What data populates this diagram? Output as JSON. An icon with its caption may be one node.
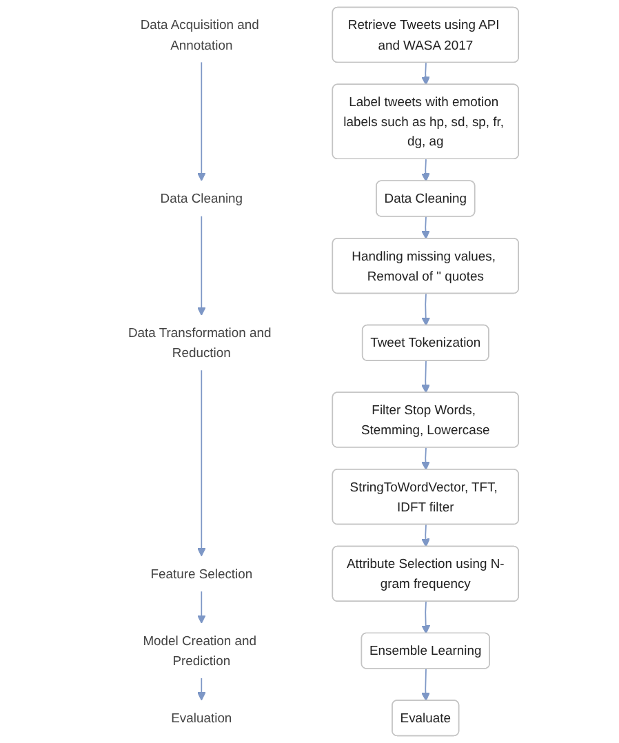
{
  "diagram": {
    "nodes": [
      {
        "text": [
          "Data Acquisition and Annotation"
        ]
      },
      {
        "text": [
          "Retrieve Tweets using API and WASA 2017"
        ]
      },
      {
        "text": [
          "Label tweets with emotion labels such as hp, sd, sp, fr, dg, ag"
        ]
      },
      {
        "text": [
          "Data Cleaning"
        ]
      },
      {
        "text": [
          "Data Cleaning"
        ]
      },
      {
        "text": [
          "Handling missing values, Removal of \" quotes"
        ]
      },
      {
        "text": [
          "Data Transformation and Reduction"
        ]
      },
      {
        "text": [
          "Tweet Tokenization"
        ]
      },
      {
        "text": [
          "Filter Stop Words, Stemming, Lowercase"
        ]
      },
      {
        "text": [
          "StringToWordVector, TFT, IDFT filter"
        ]
      },
      {
        "text": [
          "Feature Selection"
        ]
      },
      {
        "text": [
          "Attribute Selection using N-gram frequency"
        ]
      },
      {
        "text": [
          "Model Creation and Prediction"
        ]
      },
      {
        "text": [
          "Ensemble Learning"
        ]
      },
      {
        "text": [
          "Evaluation"
        ]
      },
      {
        "text": [
          "Evaluate"
        ]
      }
    ],
    "edges": [
      {
        "from": 0,
        "to": 3,
        "arrow": "to"
      },
      {
        "from": 3,
        "to": 6,
        "arrow": "to"
      },
      {
        "from": 6,
        "to": 10,
        "arrow": "to"
      },
      {
        "from": 10,
        "to": 12,
        "arrow": "to"
      },
      {
        "from": 12,
        "to": 14,
        "arrow": "to"
      },
      {
        "from": 1,
        "to": 2,
        "arrow": "to"
      },
      {
        "from": 2,
        "to": 4,
        "arrow": "to"
      },
      {
        "from": 4,
        "to": 5,
        "arrow": "to"
      },
      {
        "from": 5,
        "to": 7,
        "arrow": "to"
      },
      {
        "from": 7,
        "to": 8,
        "arrow": "to"
      },
      {
        "from": 8,
        "to": 9,
        "arrow": "to"
      },
      {
        "from": 9,
        "to": 11,
        "arrow": "to"
      },
      {
        "from": 11,
        "to": 13,
        "arrow": "to"
      },
      {
        "from": 13,
        "to": 15,
        "arrow": "to"
      }
    ]
  }
}
